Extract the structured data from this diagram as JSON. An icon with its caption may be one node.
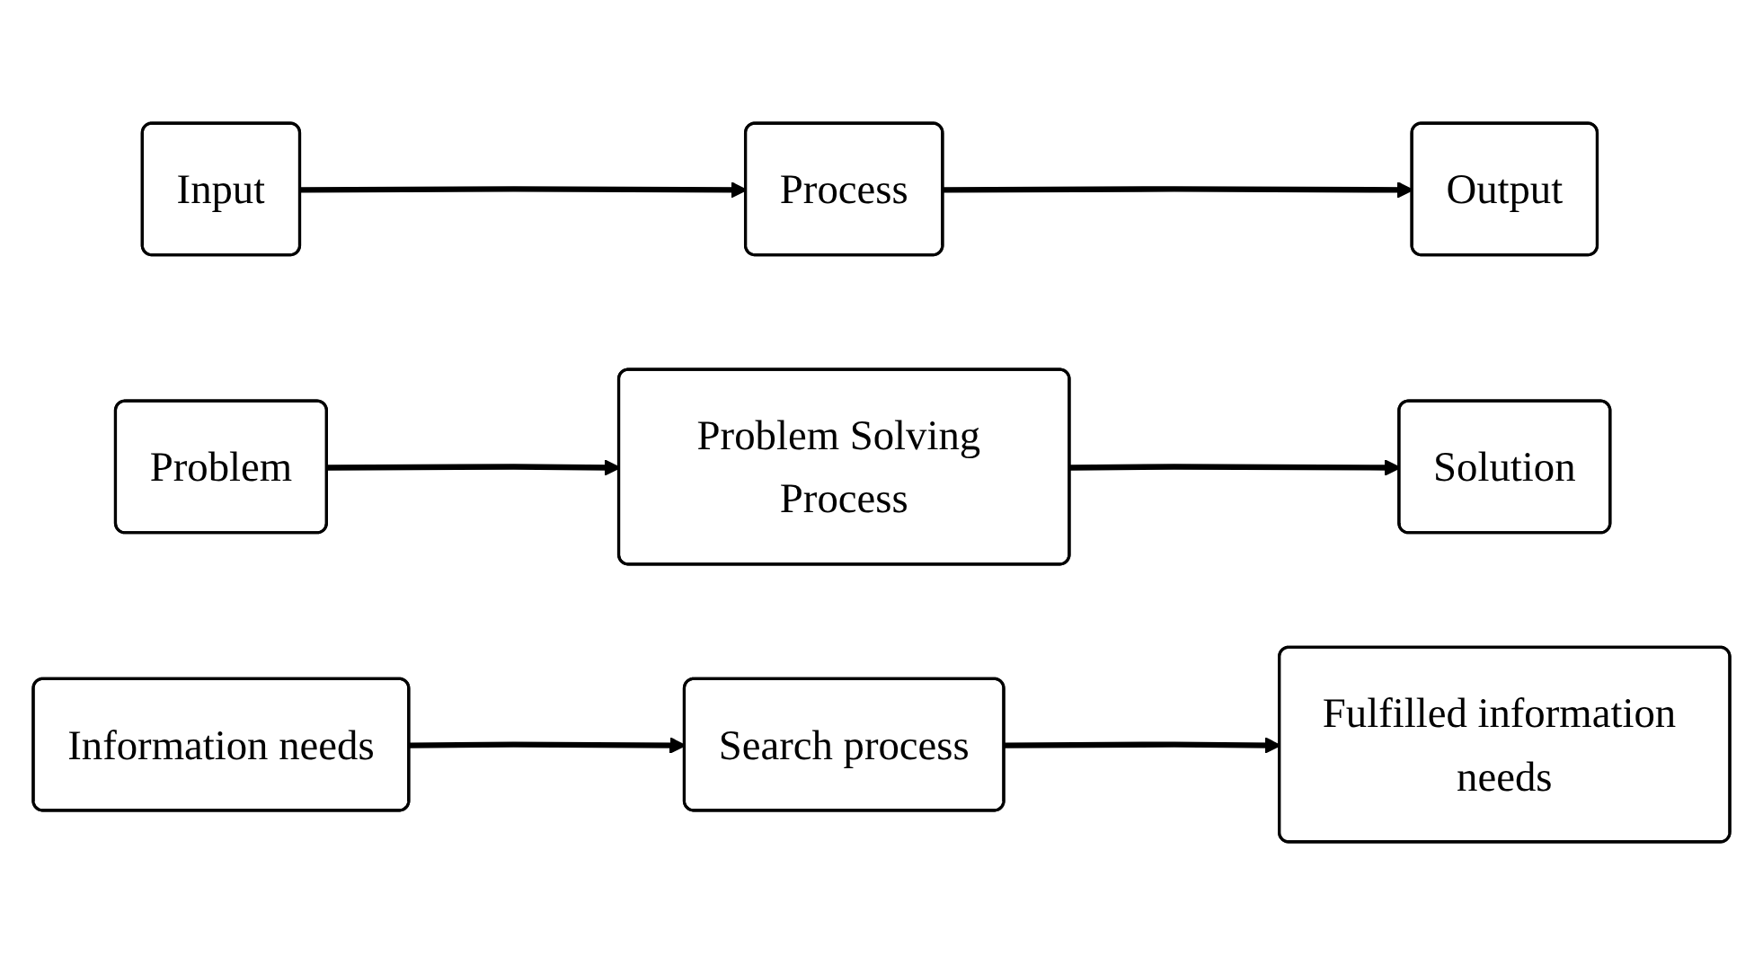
{
  "diagram": {
    "nodes": [
      {
        "text": [
          "Input"
        ]
      },
      {
        "text": [
          "Process"
        ]
      },
      {
        "text": [
          "Output"
        ]
      },
      {
        "text": [
          "Problem"
        ]
      },
      {
        "text": [
          "Problem Solving Process"
        ]
      },
      {
        "text": [
          "Solution"
        ]
      },
      {
        "text": [
          "Information needs"
        ]
      },
      {
        "text": [
          "Search process"
        ]
      },
      {
        "text": [
          "Fulfilled information needs"
        ]
      }
    ],
    "edges": [
      {
        "from": 0,
        "to": 1,
        "arrow": "to"
      },
      {
        "from": 1,
        "to": 2,
        "arrow": "to"
      },
      {
        "from": 3,
        "to": 4,
        "arrow": "to"
      },
      {
        "from": 4,
        "to": 5,
        "arrow": "to"
      },
      {
        "from": 6,
        "to": 7,
        "arrow": "to"
      },
      {
        "from": 7,
        "to": 8,
        "arrow": "to"
      }
    ]
  }
}
